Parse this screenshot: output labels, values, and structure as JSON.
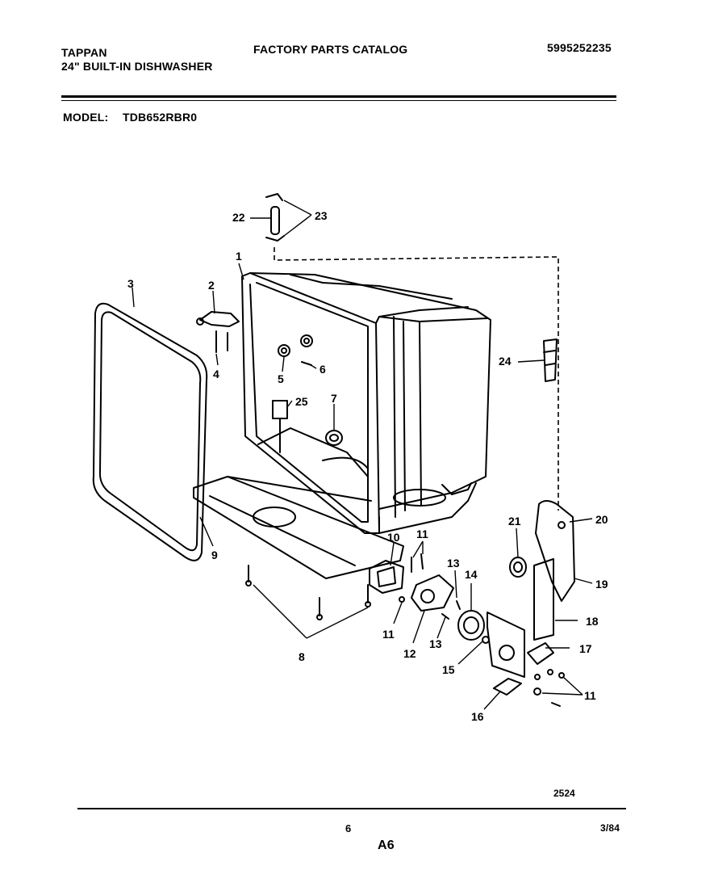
{
  "header": {
    "brand": "TAPPAN",
    "product": "24\" BUILT-IN DISHWASHER",
    "catalog_title": "FACTORY PARTS CATALOG",
    "catalog_number": "5995252235",
    "model_label": "MODEL:",
    "model_value": "TDB652RBR0"
  },
  "diagram": {
    "callouts": {
      "c1": "1",
      "c2": "2",
      "c3": "3",
      "c4": "4",
      "c5": "5",
      "c6": "6",
      "c7": "7",
      "c8": "8",
      "c9": "9",
      "c10": "10",
      "c11a": "11",
      "c11b": "11",
      "c11c": "11",
      "c12": "12",
      "c13a": "13",
      "c13b": "13",
      "c14": "14",
      "c15": "15",
      "c16": "16",
      "c17": "17",
      "c18": "18",
      "c19": "19",
      "c20": "20",
      "c21": "21",
      "c22": "22",
      "c23": "23",
      "c24": "24",
      "c25": "25"
    },
    "drawing_number": "2524"
  },
  "footer": {
    "page_number": "6",
    "section": "A6",
    "date": "3/84"
  }
}
